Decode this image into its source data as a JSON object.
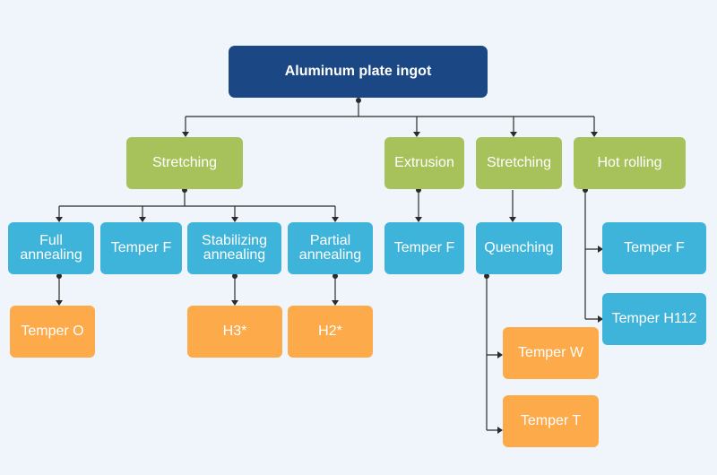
{
  "root": {
    "label": "Aluminum plate ingot"
  },
  "processes": {
    "stretching_left": "Stretching",
    "extrusion": "Extrusion",
    "stretching_right": "Stretching",
    "hot_rolling": "Hot rolling"
  },
  "steps": {
    "full_annealing": "Full annealing",
    "temper_f_left": "Temper F",
    "stabilizing_annealing": "Stabilizing annealing",
    "partial_annealing": "Partial annealing",
    "temper_f_extrusion": "Temper F",
    "quenching": "Quenching",
    "temper_f_hot": "Temper F",
    "temper_h112": "Temper H112"
  },
  "results": {
    "temper_o": "Temper O",
    "h3": "H3*",
    "h2": "H2*",
    "temper_w": "Temper W",
    "temper_t": "Temper T"
  },
  "colors": {
    "background": "#f0f5fb",
    "root": "#1b4885",
    "process": "#a8c25b",
    "step": "#3fb4da",
    "result": "#fdaa4b",
    "connector": "#2b2b2b"
  }
}
